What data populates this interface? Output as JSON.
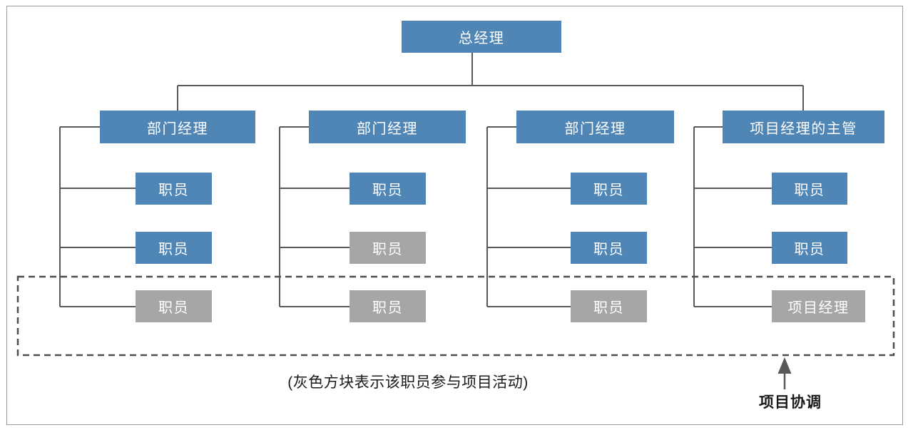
{
  "colors": {
    "blue": "#4F86B6",
    "gray": "#A6A6A6",
    "line": "#595959",
    "text_on_box": "#FFFFFF",
    "text_dark": "#1A1A1A"
  },
  "root": {
    "label": "总经理",
    "color": "#4F86B6"
  },
  "columns": [
    {
      "manager": {
        "label": "部门经理",
        "color": "#4F86B6"
      },
      "staff": [
        {
          "label": "职员",
          "color": "#4F86B6"
        },
        {
          "label": "职员",
          "color": "#4F86B6"
        },
        {
          "label": "职员",
          "color": "#A6A6A6"
        }
      ]
    },
    {
      "manager": {
        "label": "部门经理",
        "color": "#4F86B6"
      },
      "staff": [
        {
          "label": "职员",
          "color": "#4F86B6"
        },
        {
          "label": "职员",
          "color": "#A6A6A6"
        },
        {
          "label": "职员",
          "color": "#A6A6A6"
        }
      ]
    },
    {
      "manager": {
        "label": "部门经理",
        "color": "#4F86B6"
      },
      "staff": [
        {
          "label": "职员",
          "color": "#4F86B6"
        },
        {
          "label": "职员",
          "color": "#4F86B6"
        },
        {
          "label": "职员",
          "color": "#A6A6A6"
        }
      ]
    },
    {
      "manager": {
        "label": "项目经理的主管",
        "color": "#4F86B6"
      },
      "staff": [
        {
          "label": "职员",
          "color": "#4F86B6"
        },
        {
          "label": "职员",
          "color": "#4F86B6"
        },
        {
          "label": "项目经理",
          "color": "#A6A6A6"
        }
      ]
    }
  ],
  "caption": "(灰色方块表示该职员参与项目活动)",
  "annotation": {
    "label": "项目协调"
  }
}
